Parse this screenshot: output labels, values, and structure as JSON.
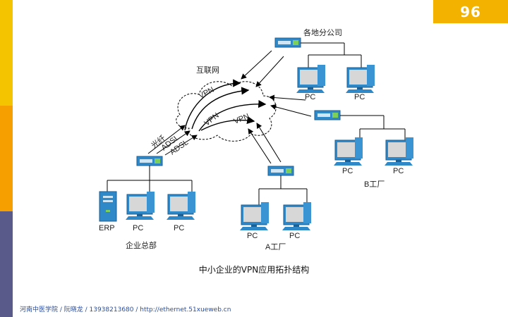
{
  "page": {
    "number": "96"
  },
  "colors": {
    "sidebar": [
      "#f5c400",
      "#f5a000",
      "#5a5a8a"
    ],
    "badge": "#f3b200",
    "device_blue": "#2f88c8"
  },
  "diagram": {
    "internet_label": "互联网",
    "branch_label": "各地分公司",
    "hq_label": "企业总部",
    "factoryA_label": "A工厂",
    "factoryB_label": "B工厂",
    "pc_label": "PC",
    "erp_label": "ERP",
    "link_labels": {
      "fiber": "光纤",
      "adsl1": "ADSL",
      "adsl2": "ADSL",
      "vpn1": "VPN",
      "vpn2": "VPN",
      "vpn3": "VPN"
    }
  },
  "caption": "中小企业的VPN应用拓扑结构",
  "footer": "河南中医学院 / 阮晓龙 / 13938213680 / http://ethernet.51xueweb.cn"
}
